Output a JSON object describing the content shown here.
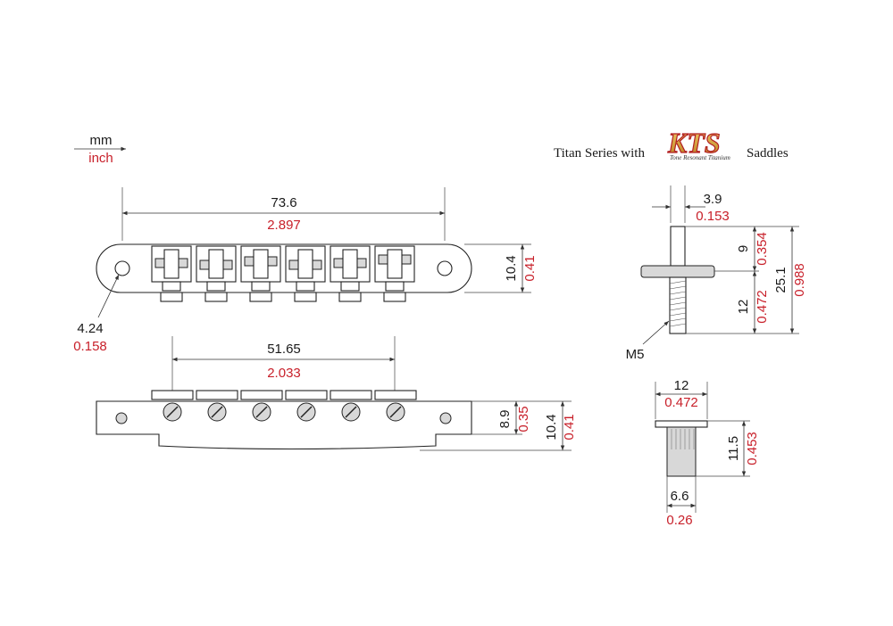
{
  "legend": {
    "unit_mm": "mm",
    "unit_inch": "inch"
  },
  "header": {
    "prefix": "Titan Series with",
    "logo_text": "KTS",
    "logo_subtext": "Tone Resonant Titanium",
    "suffix": "Saddles"
  },
  "top_view": {
    "length_mm": "73.6",
    "length_in": "2.897",
    "height_mm": "10.4",
    "height_in": "0.41",
    "hole_mm": "4.24",
    "hole_in": "0.158"
  },
  "front_view": {
    "span_mm": "51.65",
    "span_in": "2.033",
    "h1_mm": "8.9",
    "h1_in": "0.35",
    "h2_mm": "10.4",
    "h2_in": "0.41"
  },
  "stud": {
    "dia_mm": "3.9",
    "dia_in": "0.153",
    "top_mm": "9",
    "top_in": "0.354",
    "thread_mm": "12",
    "thread_in": "0.472",
    "total_mm": "25.1",
    "total_in": "0.988",
    "thread_label": "M5"
  },
  "bushing": {
    "flange_mm": "12",
    "flange_in": "0.472",
    "height_mm": "11.5",
    "height_in": "0.453",
    "dia_mm": "6.6",
    "dia_in": "0.26"
  },
  "colors": {
    "primary": "#1a1a1a",
    "inch": "#c8202a",
    "logo_gold": "#d8a030",
    "logo_red": "#b21e22"
  }
}
